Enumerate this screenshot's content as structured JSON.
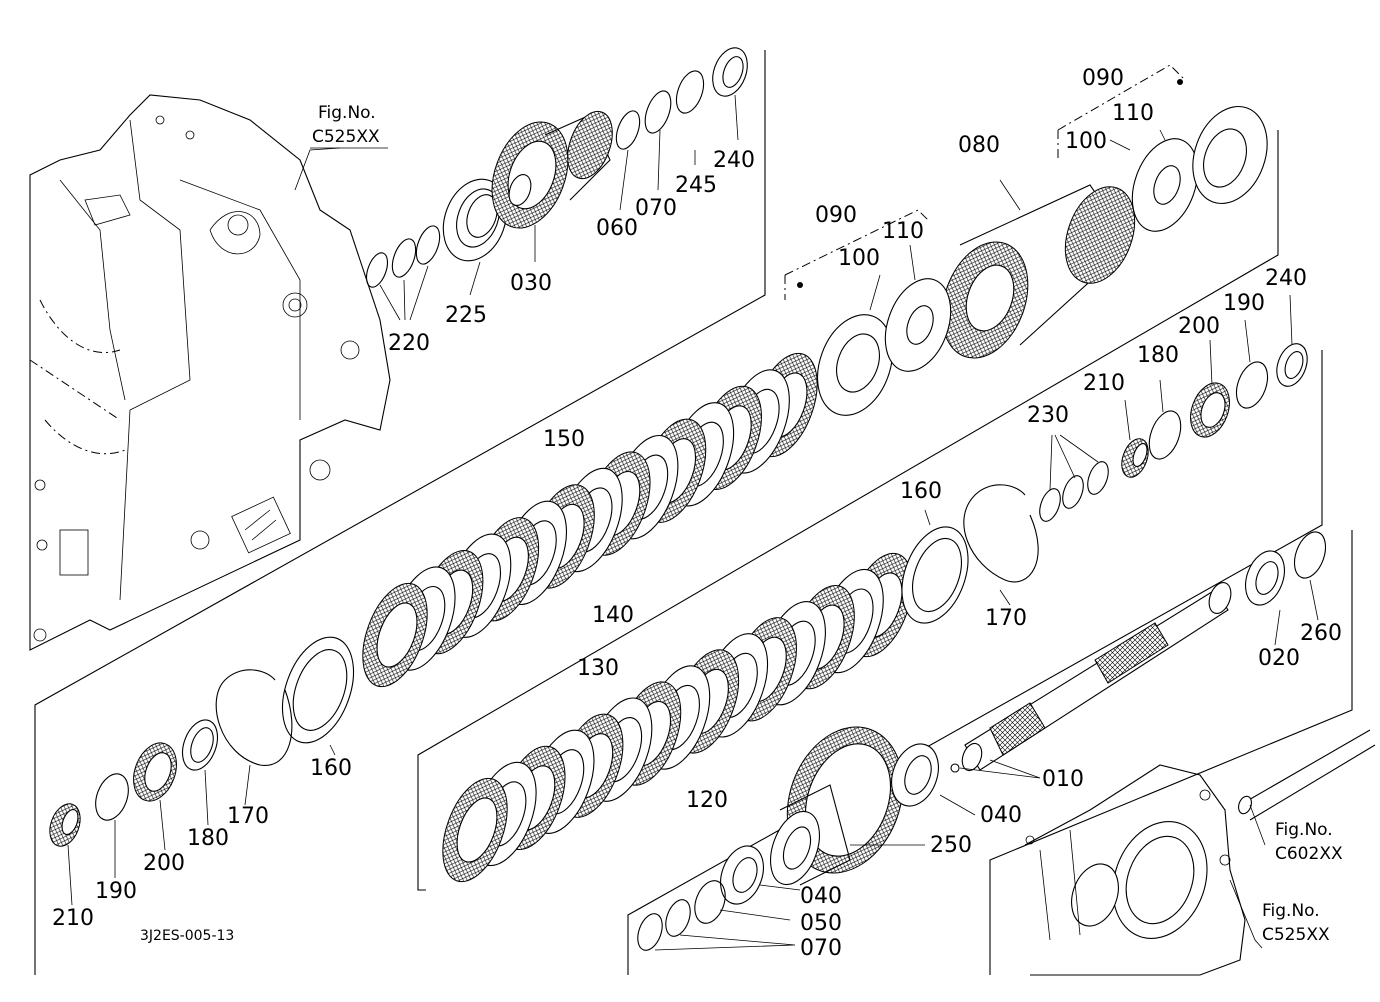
{
  "drawing_code": "3J2ES-005-13",
  "figure_refs": [
    {
      "id": "ref-top-left",
      "line1": "Fig.No.",
      "line2": "C525XX"
    },
    {
      "id": "ref-right-mid",
      "line1": "Fig.No.",
      "line2": "C602XX"
    },
    {
      "id": "ref-right-bottom",
      "line1": "Fig.No.",
      "line2": "C525XX"
    }
  ],
  "part_labels": {
    "p010": "010",
    "p020": "020",
    "p030": "030",
    "p040a": "040",
    "p040b": "040",
    "p050": "050",
    "p060": "060",
    "p070a": "070",
    "p070b": "070",
    "p080": "080",
    "p090a": "090",
    "p090b": "090",
    "p100a": "100",
    "p100b": "100",
    "p110a": "110",
    "p110b": "110",
    "p120": "120",
    "p130": "130",
    "p140": "140",
    "p150": "150",
    "p160a": "160",
    "p160b": "160",
    "p170a": "170",
    "p170b": "170",
    "p180a": "180",
    "p180b": "180",
    "p190a": "190",
    "p190b": "190",
    "p200a": "200",
    "p200b": "200",
    "p210a": "210",
    "p210b": "210",
    "p220": "220",
    "p225": "225",
    "p230": "230",
    "p240a": "240",
    "p240b": "240",
    "p245": "245",
    "p250": "250",
    "p260": "260"
  }
}
